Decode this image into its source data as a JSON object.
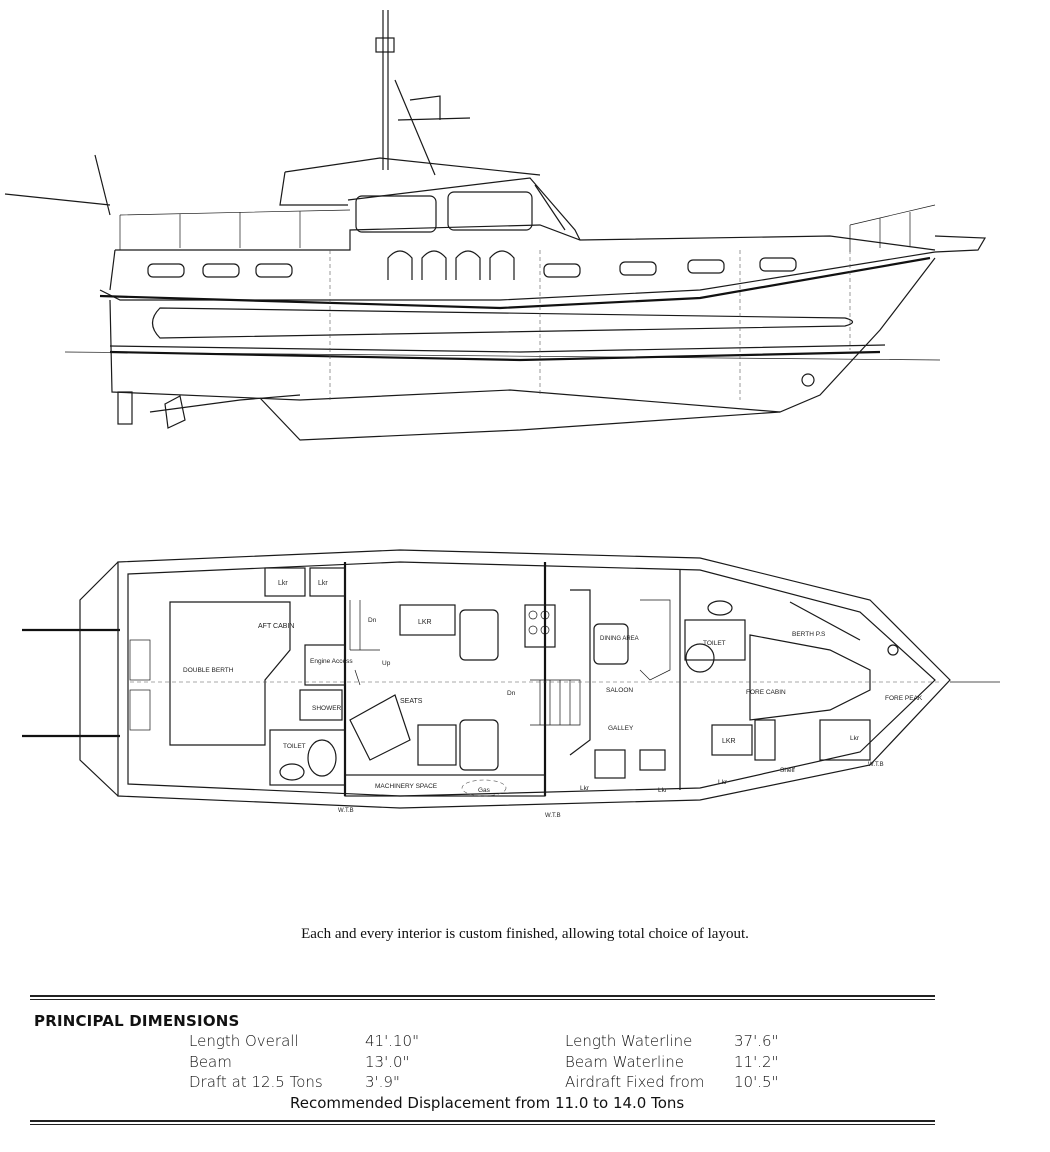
{
  "caption": "Each and every interior is custom finished, allowing total choice of layout.",
  "dimensions": {
    "heading": "PRINCIPAL DIMENSIONS",
    "left": [
      {
        "label": "Length Overall",
        "value": "41'.10\""
      },
      {
        "label": "Beam",
        "value": "13'.0\""
      },
      {
        "label": "Draft at 12.5 Tons",
        "value": "3'.9\""
      }
    ],
    "right": [
      {
        "label": "Length Waterline",
        "value": "37'.6\""
      },
      {
        "label": "Beam Waterline",
        "value": "11'.2\""
      },
      {
        "label": "Airdraft Fixed from",
        "value": "10'.5\""
      }
    ],
    "recommended": "Recommended Displacement from 11.0 to 14.0 Tons"
  },
  "plan_labels": {
    "lkr": "LKR",
    "lkr_small": "Lkr",
    "aft_cabin": "AFT CABIN",
    "double_berth": "DOUBLE BERTH",
    "engine_access": "Engine Access",
    "shower": "SHOWER",
    "toilet": "TOILET",
    "seats": "SEATS",
    "up": "Up",
    "dn": "Dn",
    "dining_area": "DINING AREA",
    "saloon": "SALOON",
    "galley": "GALLEY",
    "fore_cabin": "FORE CABIN",
    "berth": "BERTH P.S",
    "fore_peak": "FORE PEAK",
    "machinery_space": "MACHINERY SPACE",
    "gas": "Gas",
    "shelf": "Shelf",
    "wtb": "W.T.B"
  }
}
